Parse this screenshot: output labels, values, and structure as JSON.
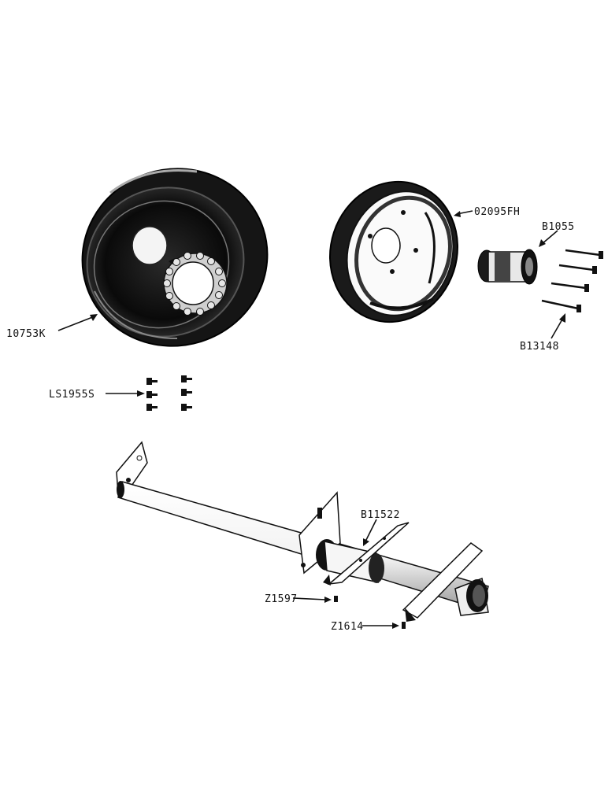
{
  "labels": {
    "wheel_rim": "10753K",
    "wheel_disc": "02095FH",
    "hub_sleeve": "B1055",
    "bolt": "B13148",
    "screws": "LS1955S",
    "bracket": "B11522",
    "fitting_a": "Z1597",
    "fitting_b": "Z1614"
  }
}
